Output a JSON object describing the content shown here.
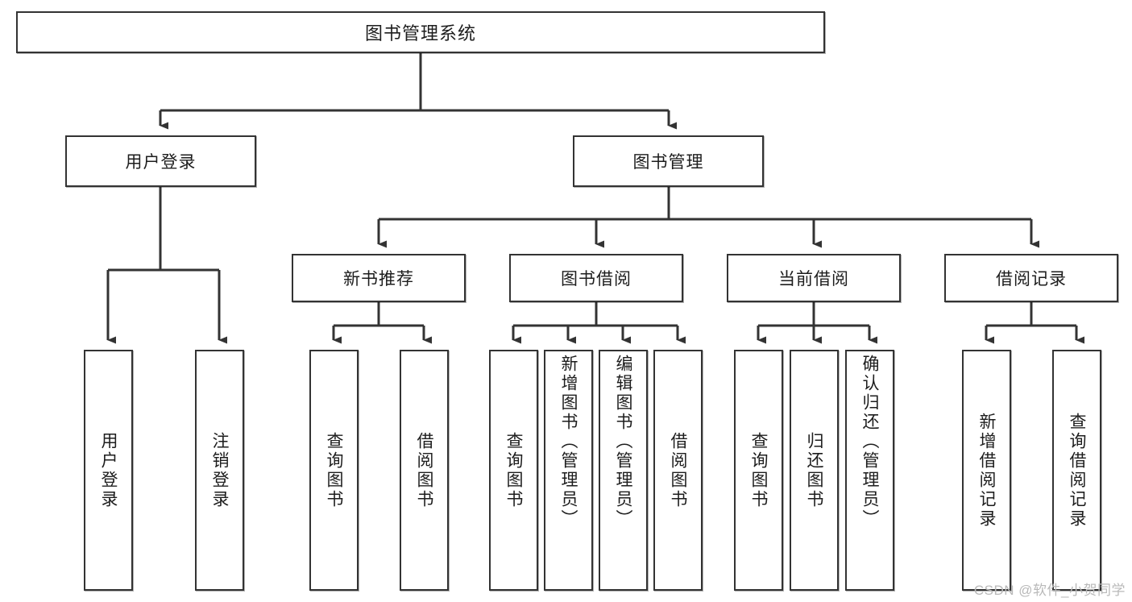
{
  "diagram": {
    "title": "图书管理系统",
    "type": "tree-hierarchy-diagram",
    "watermark": "CSDN @软件_小贺同学",
    "colors": {
      "box_border": "#333333",
      "box_fill": "#ffffff",
      "connector": "#333333",
      "text": "#1d1d1d",
      "watermark": "#b9b9b9"
    },
    "root": {
      "label": "图书管理系统"
    },
    "level2": [
      {
        "label": "用户登录"
      },
      {
        "label": "图书管理"
      }
    ],
    "level3": [
      {
        "label": "新书推荐"
      },
      {
        "label": "图书借阅"
      },
      {
        "label": "当前借阅"
      },
      {
        "label": "借阅记录"
      }
    ],
    "leaves": {
      "user_login": [
        {
          "label": "用户登录"
        },
        {
          "label": "注销登录"
        }
      ],
      "new_book_recommend": [
        {
          "label": "查询图书"
        },
        {
          "label": "借阅图书"
        }
      ],
      "book_borrow": [
        {
          "label": "查询图书"
        },
        {
          "label": "新增图书（管理员）"
        },
        {
          "label": "编辑图书（管理员）"
        },
        {
          "label": "借阅图书"
        }
      ],
      "current_borrow": [
        {
          "label": "查询图书"
        },
        {
          "label": "归还图书"
        },
        {
          "label": "确认归还（管理员）"
        }
      ],
      "borrow_record": [
        {
          "label": "新增借阅记录"
        },
        {
          "label": "查询借阅记录"
        }
      ]
    }
  }
}
